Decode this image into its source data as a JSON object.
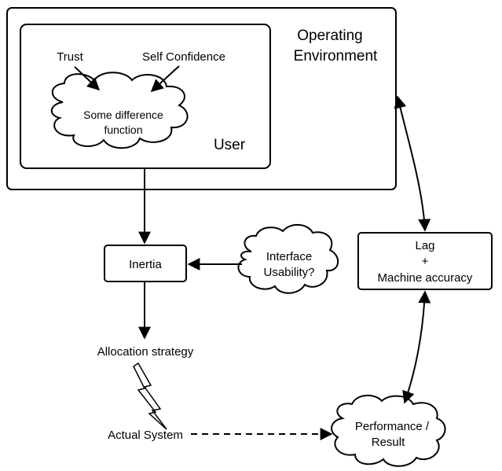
{
  "environment": {
    "label_line1": "Operating",
    "label_line2": "Environment"
  },
  "user": {
    "label": "User",
    "trust": "Trust",
    "self_confidence": "Self Confidence",
    "difference_line1": "Some difference",
    "difference_line2": "function"
  },
  "inertia": {
    "label": "Inertia"
  },
  "interface_usability": {
    "line1": "Interface",
    "line2": "Usability?"
  },
  "lag_box": {
    "line1": "Lag",
    "line2": "+",
    "line3": "Machine accuracy"
  },
  "allocation_strategy": {
    "label": "Allocation strategy"
  },
  "actual_system": {
    "label": "Actual System"
  },
  "performance": {
    "line1": "Performance /",
    "line2": "Result"
  }
}
